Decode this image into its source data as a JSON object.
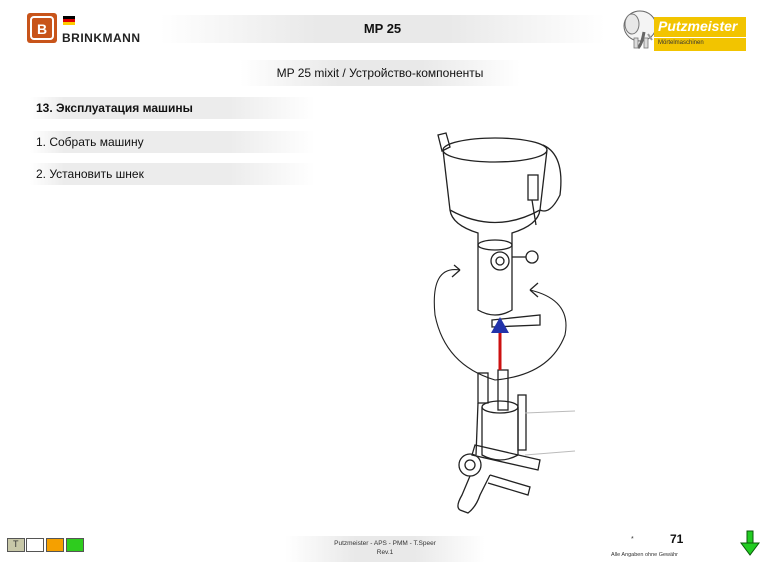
{
  "header": {
    "brand": "BRINKMANN",
    "title": "MP 25",
    "subtitle": "MP 25 mixit / Устройство-компоненты",
    "putzmeister_name": "Putzmeister",
    "putzmeister_sub": "Mörtelmaschinen"
  },
  "content": {
    "section_title": "13. Эксплуатация машины",
    "steps": [
      "1. Собрать машину",
      "2. Установить шнек"
    ]
  },
  "footer": {
    "line1": "Putzmeister - APS - PMM - T.Speer",
    "line2": "Rev.1",
    "page_number": "71",
    "star": "*",
    "disclaimer": "Alle Angaben ohne Gewähr",
    "swatches": [
      "#c8c8a8",
      "#ffffff",
      "#f5a000",
      "#2ecc1e"
    ],
    "swatch_label": "T"
  },
  "colors": {
    "brand_orange": "#c8541a",
    "arrow_red": "#cc1111",
    "arrow_blue": "#2233aa",
    "nav_green": "#22cc22",
    "putzmeister_yellow": "#f2c400"
  }
}
